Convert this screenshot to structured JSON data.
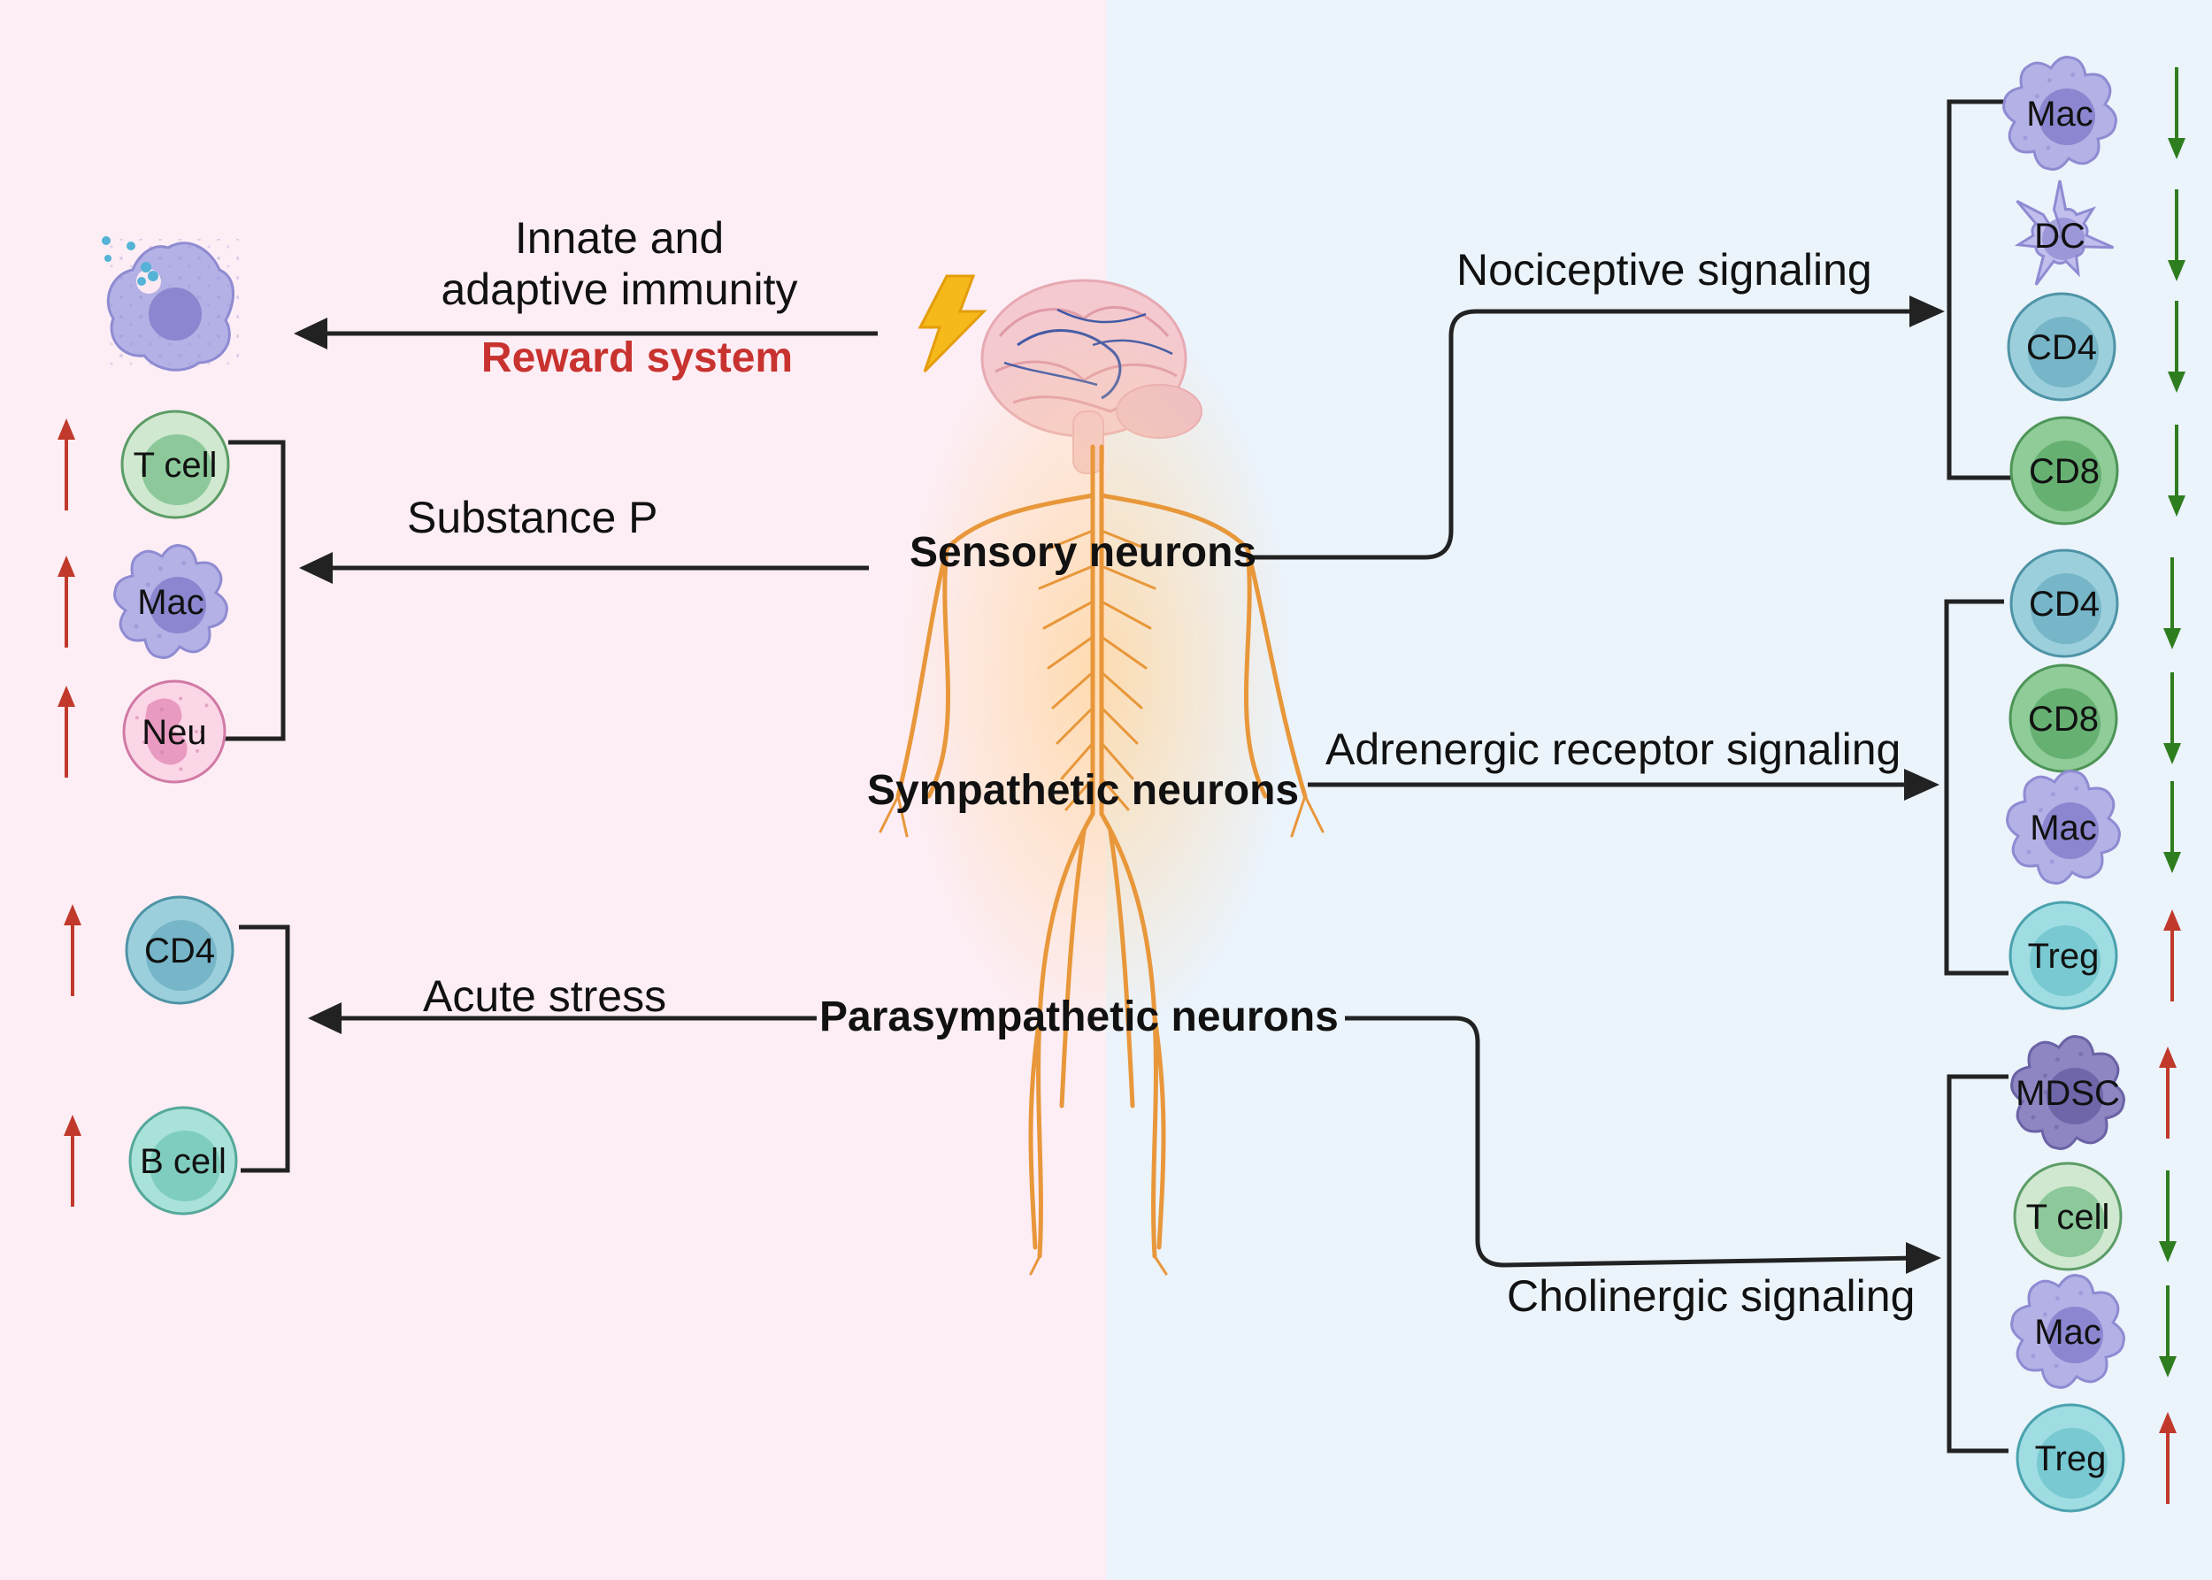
{
  "colors": {
    "left_background": "#fdeef5",
    "right_background": "#ebf3fb",
    "arrow_up": "#c0392b",
    "arrow_down": "#2e7d1f",
    "reward_text": "#c8322f",
    "nerve": "#e8973a"
  },
  "center": {
    "sensory_label": "Sensory neurons",
    "sympathetic_label": "Sympathetic neurons",
    "parasympathetic_label": "Parasympathetic neurons",
    "brain_icon": "brain-icon",
    "lightning_icon": "lightning-icon",
    "body_icon": "nervous-system-body-icon"
  },
  "left": {
    "reward": {
      "line1": "Innate and",
      "line2": "adaptive immunity",
      "highlight": "Reward system",
      "cell": "macrophage-with-particles-icon"
    },
    "substance_p": {
      "label": "Substance P",
      "cells": [
        {
          "name": "T cell",
          "direction": "up"
        },
        {
          "name": "Mac",
          "direction": "up"
        },
        {
          "name": "Neu",
          "direction": "up"
        }
      ]
    },
    "acute_stress": {
      "label": "Acute stress",
      "cells": [
        {
          "name": "CD4",
          "direction": "up"
        },
        {
          "name": "B cell",
          "direction": "up"
        }
      ]
    }
  },
  "right": {
    "nociceptive": {
      "label": "Nociceptive signaling",
      "cells": [
        {
          "name": "Mac",
          "direction": "down"
        },
        {
          "name": "DC",
          "direction": "down"
        },
        {
          "name": "CD4",
          "direction": "down"
        },
        {
          "name": "CD8",
          "direction": "down"
        }
      ]
    },
    "adrenergic": {
      "label": "Adrenergic receptor signaling",
      "cells": [
        {
          "name": "CD4",
          "direction": "down"
        },
        {
          "name": "CD8",
          "direction": "down"
        },
        {
          "name": "Mac",
          "direction": "down"
        },
        {
          "name": "Treg",
          "direction": "up"
        }
      ]
    },
    "cholinergic": {
      "label": "Cholinergic signaling",
      "cells": [
        {
          "name": "MDSC",
          "direction": "up"
        },
        {
          "name": "T cell",
          "direction": "down"
        },
        {
          "name": "Mac",
          "direction": "down"
        },
        {
          "name": "Treg",
          "direction": "up"
        }
      ]
    }
  }
}
